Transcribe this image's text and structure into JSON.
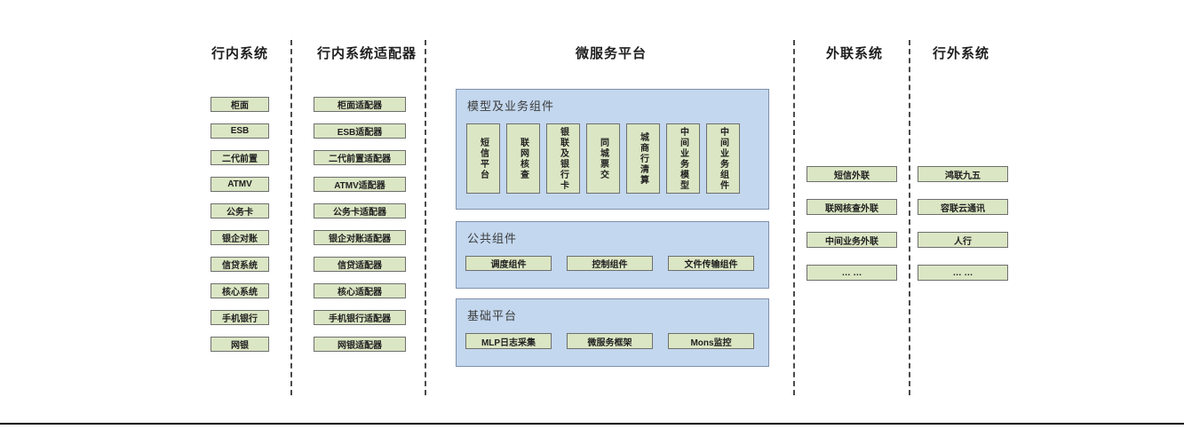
{
  "colors": {
    "box_fill": "#dbe6c4",
    "box_border": "#6e6e6e",
    "panel_fill": "#c3d7ee",
    "panel_border": "#7e90ac",
    "divider": "#4a4a4a",
    "text": "#1f1f1f",
    "bottom_rule": "#000000"
  },
  "diagram": {
    "columns": [
      {
        "header": "行内系统",
        "boxes": [
          "柜面",
          "ESB",
          "二代前置",
          "ATMV",
          "公务卡",
          "银企对账",
          "信贷系统",
          "核心系统",
          "手机银行",
          "网银"
        ]
      },
      {
        "header": "行内系统适配器",
        "boxes": [
          "柜面适配器",
          "ESB适配器",
          "二代前置适配器",
          "ATMV适配器",
          "公务卡适配器",
          "银企对账适配器",
          "信贷适配器",
          "核心适配器",
          "手机银行适配器",
          "网银适配器"
        ]
      },
      {
        "header": "微服务平台",
        "groups": [
          {
            "title": "模型及业务组件",
            "boxes": [
              "短信平台",
              "联网核查",
              "银联及银行卡",
              "同城票交",
              "城商行清算",
              "中间业务模型",
              "中间业务组件"
            ]
          },
          {
            "title": "公共组件",
            "boxes": [
              "调度组件",
              "控制组件",
              "文件传输组件"
            ]
          },
          {
            "title": "基础平台",
            "boxes": [
              "MLP日志采集",
              "微服务框架",
              "Mons监控"
            ]
          }
        ]
      },
      {
        "header": "外联系统",
        "boxes": [
          "短信外联",
          "联网核查外联",
          "中间业务外联",
          "… …"
        ]
      },
      {
        "header": "行外系统",
        "boxes": [
          "鸿联九五",
          "容联云通讯",
          "人行",
          "… …"
        ]
      }
    ]
  }
}
